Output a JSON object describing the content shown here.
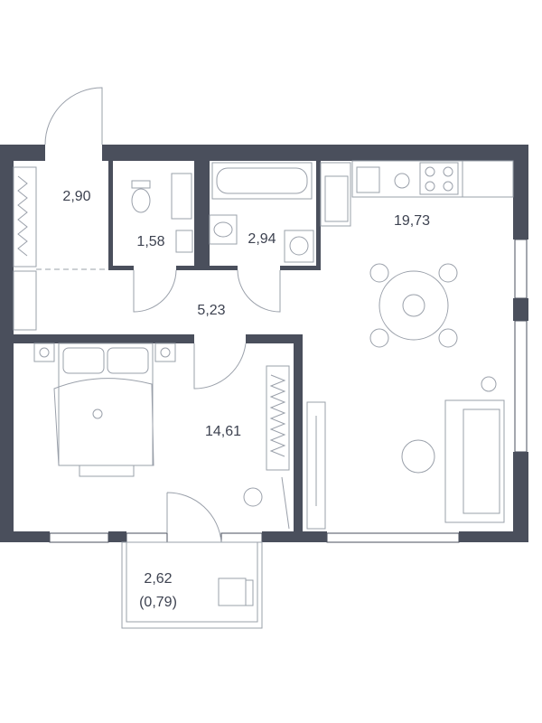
{
  "plan": {
    "colors": {
      "wall": "#4a4f5c",
      "furniture": "#9aa0aa",
      "text": "#3d4250"
    },
    "rooms": [
      {
        "id": "closet",
        "area": "2,90"
      },
      {
        "id": "toilet",
        "area": "1,58"
      },
      {
        "id": "bathroom",
        "area": "2,94"
      },
      {
        "id": "kitchen-living",
        "area": "19,73"
      },
      {
        "id": "hallway",
        "area": "5,23"
      },
      {
        "id": "bedroom",
        "area": "14,61"
      },
      {
        "id": "balcony",
        "area": "2,62",
        "reduced_area": "(0,79)"
      }
    ]
  }
}
